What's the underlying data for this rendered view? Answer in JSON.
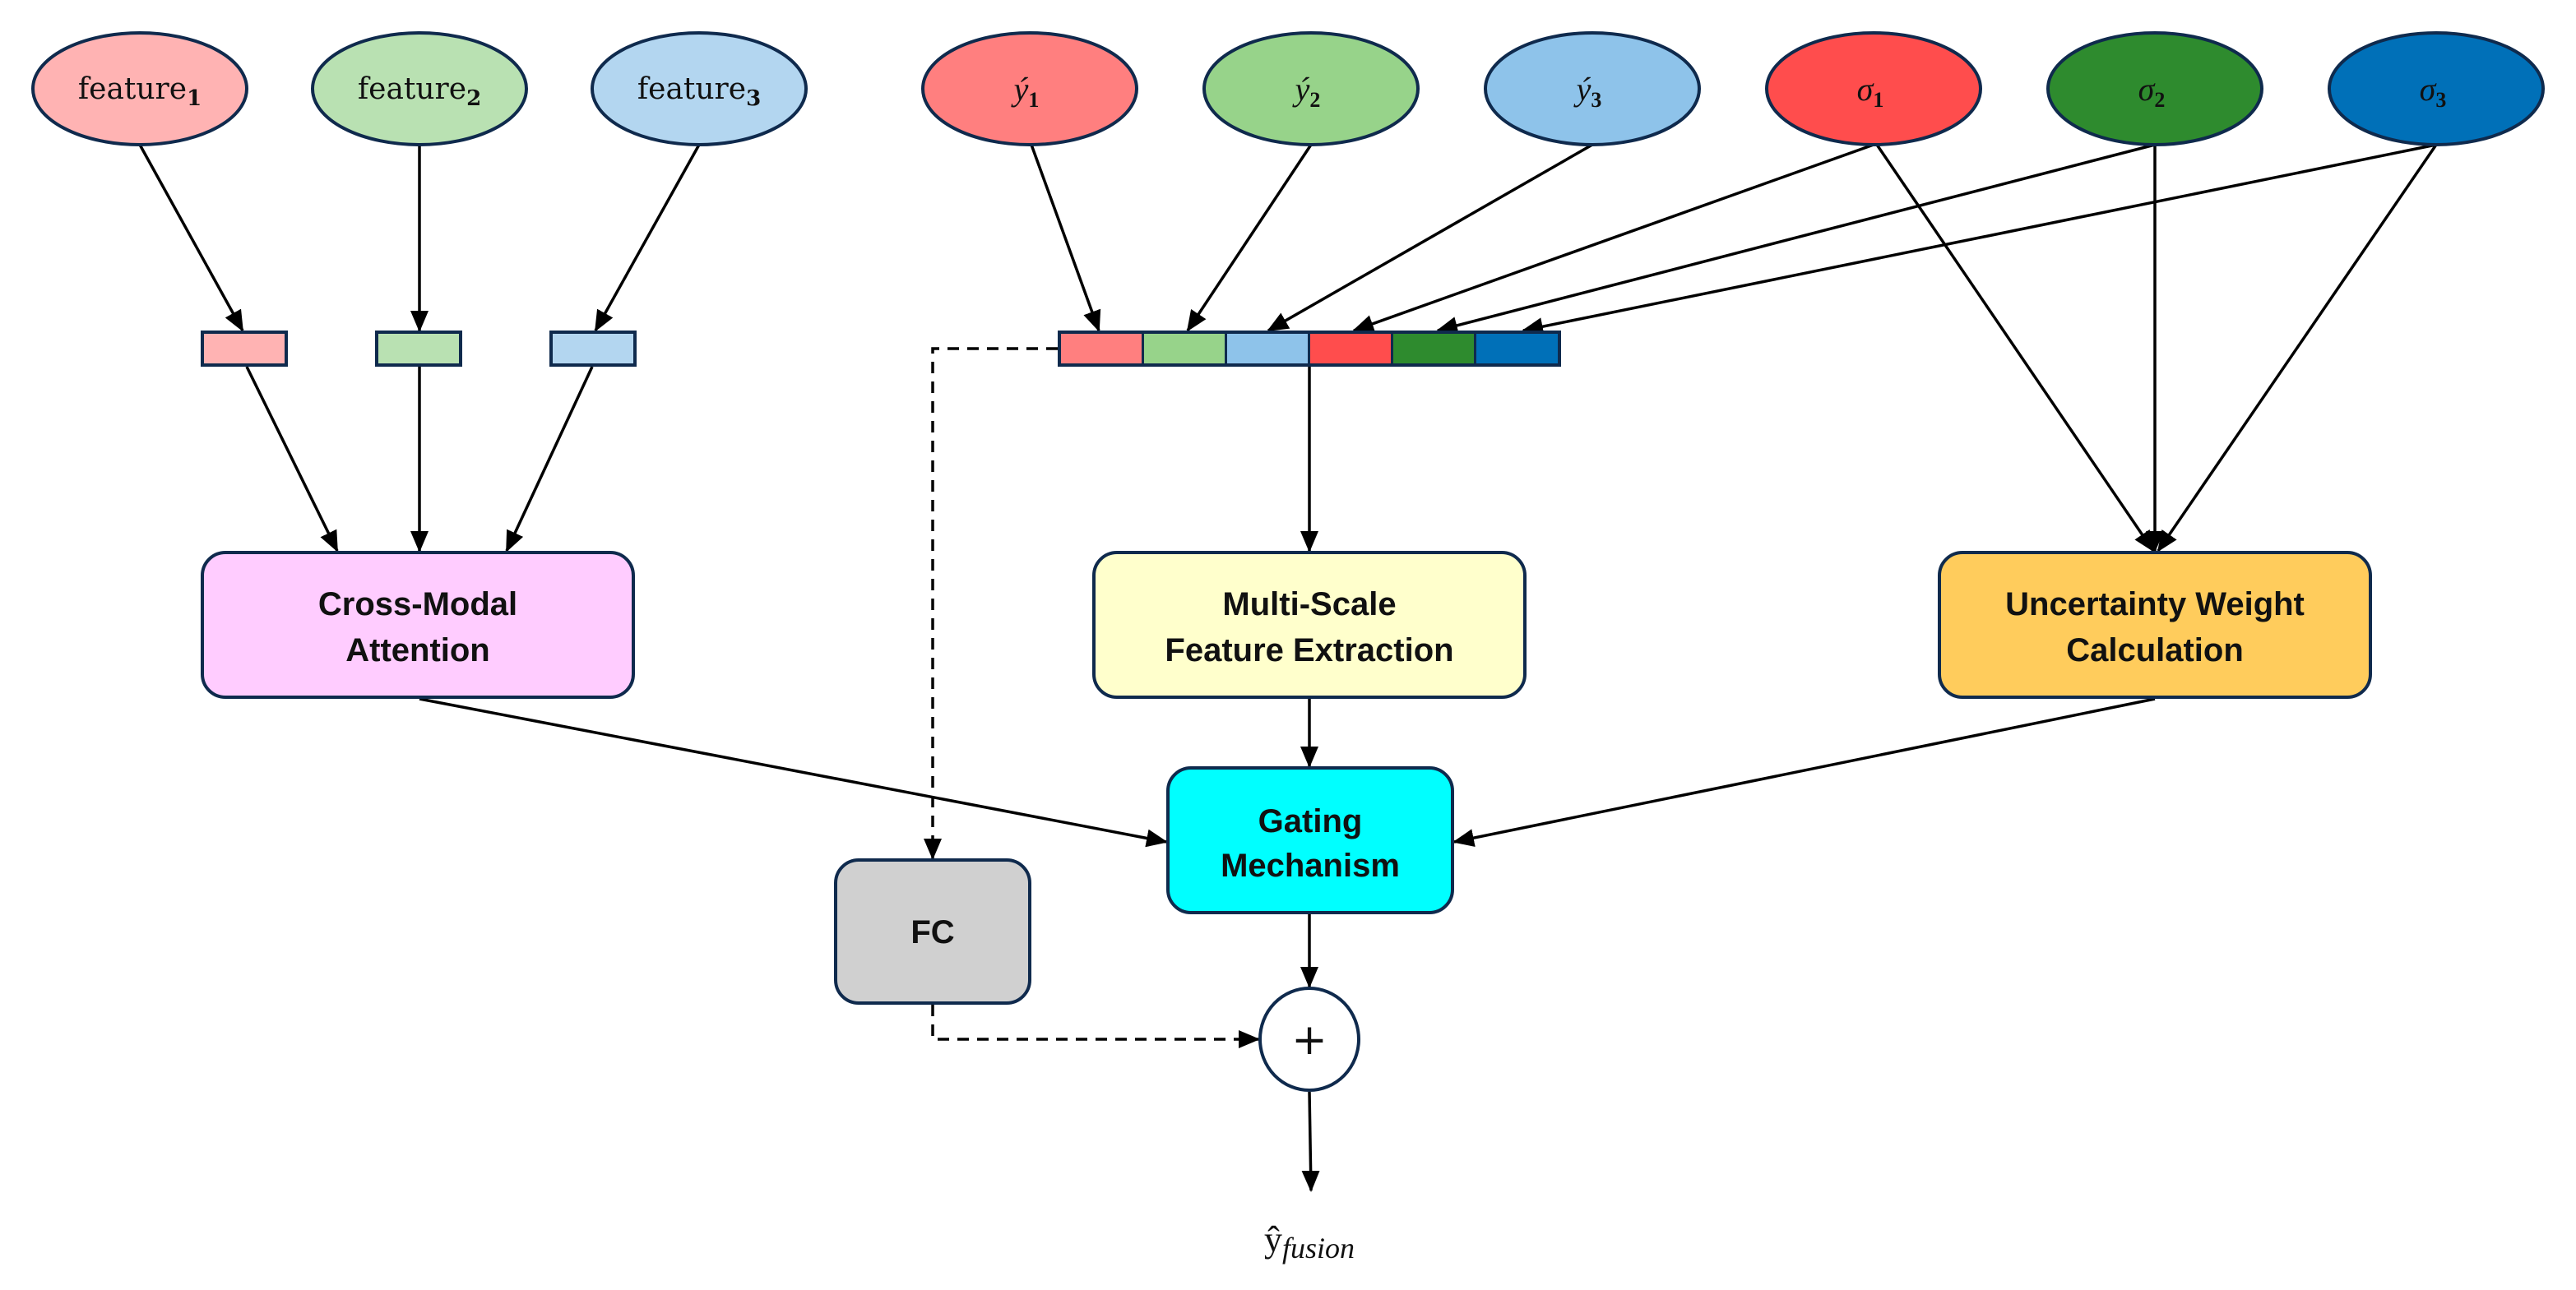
{
  "diagram": {
    "inputs_features": [
      {
        "id": "feature1",
        "label": "feature",
        "subscript": "1",
        "color": "#ffb3b3"
      },
      {
        "id": "feature2",
        "label": "feature",
        "subscript": "2",
        "color": "#b9e1b2"
      },
      {
        "id": "feature3",
        "label": "feature",
        "subscript": "3",
        "color": "#b3d6f0"
      }
    ],
    "inputs_predictions": [
      {
        "id": "yhat1",
        "label": "ý",
        "subscript": "1",
        "color": "#ff7f7f"
      },
      {
        "id": "yhat2",
        "label": "ý",
        "subscript": "2",
        "color": "#97d38a"
      },
      {
        "id": "yhat3",
        "label": "ý",
        "subscript": "3",
        "color": "#8ec3ea"
      }
    ],
    "inputs_uncertainty": [
      {
        "id": "sigma1",
        "label": "σ",
        "subscript": "1",
        "color": "#ff4d4d"
      },
      {
        "id": "sigma2",
        "label": "σ",
        "subscript": "2",
        "color": "#2e8b2e"
      },
      {
        "id": "sigma3",
        "label": "σ",
        "subscript": "3",
        "color": "#0070b8"
      }
    ],
    "feature_tokens": [
      "#ffb3b3",
      "#b9e1b2",
      "#b3d6f0"
    ],
    "concat_cells": [
      "#ff7f7f",
      "#97d38a",
      "#8ec3ea",
      "#ff4d4d",
      "#2e8b2e",
      "#0070b8"
    ],
    "modules": {
      "cross_modal": {
        "line1": "Cross-Modal",
        "line2": "Attention",
        "color": "#ffccff"
      },
      "multi_scale": {
        "line1": "Multi-Scale",
        "line2": "Feature Extraction",
        "color": "#ffffcc"
      },
      "uncertainty": {
        "line1": "Uncertainty Weight",
        "line2": "Calculation",
        "color": "#ffcc5c"
      },
      "gating": {
        "line1": "Gating",
        "line2": "Mechanism",
        "color": "#00ffff"
      },
      "fc": {
        "label": "FC",
        "color": "#d0d0d0"
      }
    },
    "sum_node": {
      "symbol": "+"
    },
    "output": {
      "base": "ŷ",
      "subscript": "fusion"
    }
  }
}
